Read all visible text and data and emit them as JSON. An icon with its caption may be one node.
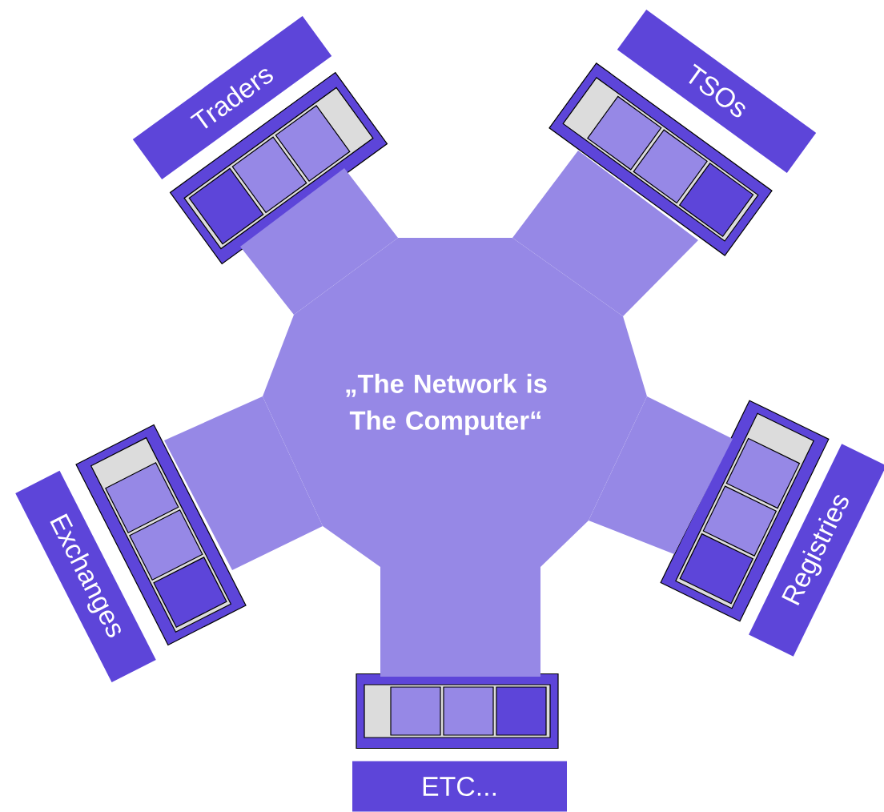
{
  "diagram": {
    "nodes": [
      {
        "text": [
          "„The Network is The Computer“"
        ]
      },
      {
        "text": [
          "Traders"
        ]
      },
      {
        "text": [
          "TSOs"
        ]
      },
      {
        "text": [
          "Exchanges"
        ]
      },
      {
        "text": [
          "Registries"
        ]
      },
      {
        "text": [
          "ETC..."
        ]
      }
    ]
  }
}
